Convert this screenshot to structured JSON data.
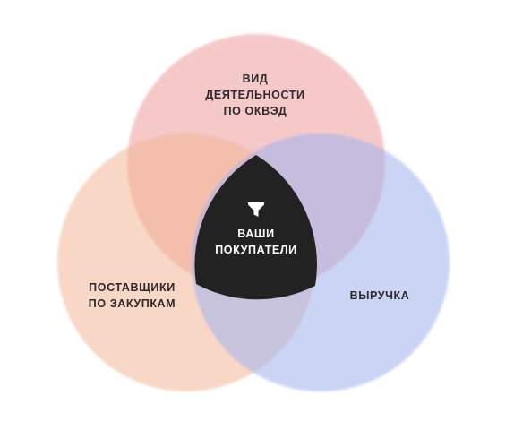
{
  "diagram": {
    "top_circle": {
      "label_line1": "ВИД",
      "label_line2": "ДЕЯТЕЛЬНОСТИ",
      "label_line3": "ПО ОКВЭД",
      "color": "#f2c3c3"
    },
    "left_circle": {
      "label_line1": "ПОСТАВЩИКИ",
      "label_line2": "ПО ЗАКУПКАМ",
      "color": "#f5d6c6"
    },
    "right_circle": {
      "label_line1": "ВЫРУЧКА",
      "color": "#c7d2f3"
    },
    "center": {
      "icon": "funnel-icon",
      "label_line1": "ВАШИ",
      "label_line2": "ПОКУПАТЕЛИ",
      "color": "#222222"
    }
  }
}
